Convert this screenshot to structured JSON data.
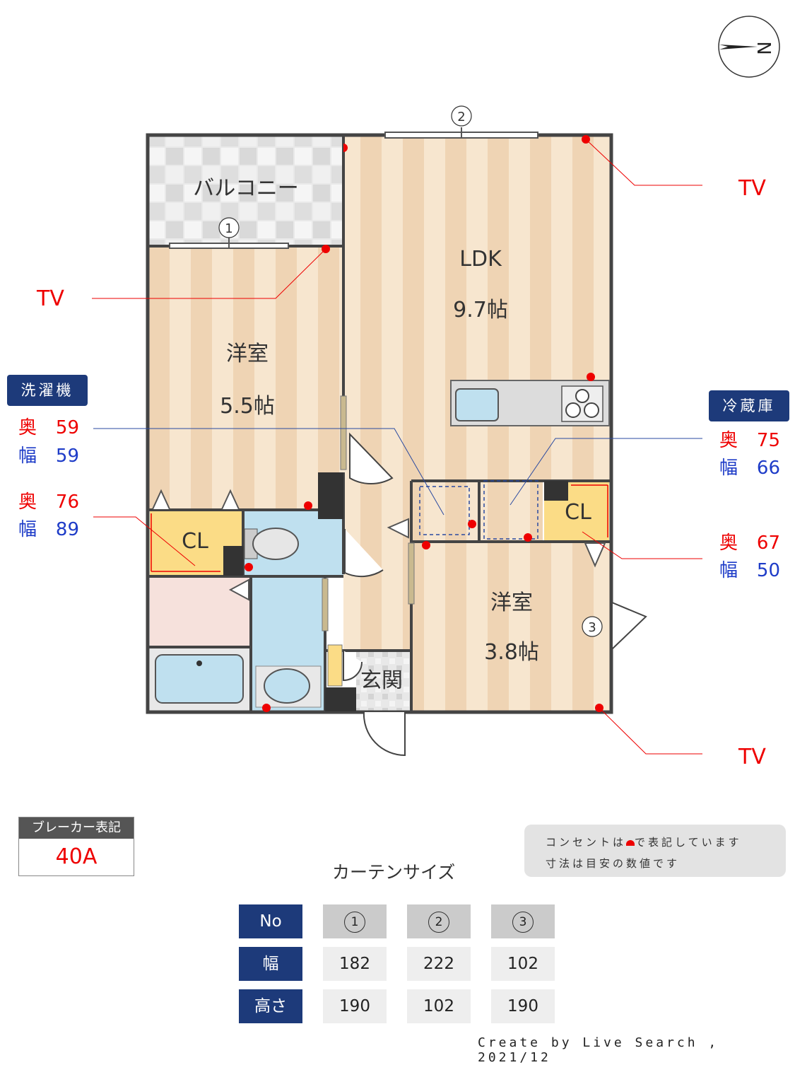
{
  "compass": {
    "letter": "N"
  },
  "rooms": {
    "balcony": "バルコニー",
    "ldk": {
      "name": "LDK",
      "size": "9.7帖"
    },
    "western1": {
      "name": "洋室",
      "size": "5.5帖"
    },
    "western2": {
      "name": "洋室",
      "size": "3.8帖"
    },
    "closet_left": "CL",
    "closet_right": "CL",
    "entrance": "玄関"
  },
  "windows": {
    "w1": "1",
    "w2": "2",
    "w3": "3"
  },
  "tv_labels": {
    "tv1": "TV",
    "tv2": "TV",
    "tv3": "TV"
  },
  "washer": {
    "title": "洗濯機",
    "depth_label": "奥",
    "depth": "59",
    "width_label": "幅",
    "width": "59"
  },
  "closet_left_dims": {
    "depth_label": "奥",
    "depth": "76",
    "width_label": "幅",
    "width": "89"
  },
  "fridge": {
    "title": "冷蔵庫",
    "depth_label": "奥",
    "depth": "75",
    "width_label": "幅",
    "width": "66"
  },
  "closet_right_dims": {
    "depth_label": "奥",
    "depth": "67",
    "width_label": "幅",
    "width": "50"
  },
  "breaker": {
    "title": "ブレーカー表記",
    "value": "40A"
  },
  "note": {
    "line1_a": "コンセントは",
    "line1_b": "で表記しています",
    "line2": "寸法は目安の数値です"
  },
  "curtain": {
    "title": "カーテンサイズ",
    "header": {
      "no": "No",
      "cols": [
        "1",
        "2",
        "3"
      ]
    },
    "rows": [
      {
        "label": "幅",
        "values": [
          "182",
          "222",
          "102"
        ]
      },
      {
        "label": "高さ",
        "values": [
          "190",
          "102",
          "190"
        ]
      }
    ]
  },
  "credit": "Create by Live Search , 2021/12",
  "colors": {
    "navy": "#1d3a7a",
    "outlet": "#e00000",
    "floor": "#f2dcc0",
    "wet": "#bfe0ef"
  }
}
